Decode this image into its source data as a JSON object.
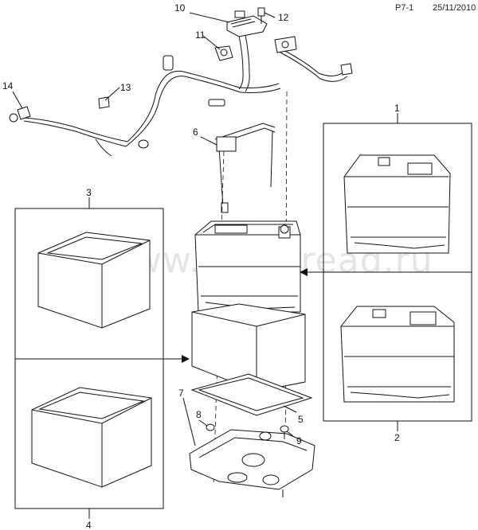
{
  "header": {
    "page_code": "P7-1",
    "date": "25/11/2010"
  },
  "watermark": "www.gmsbread.ru",
  "callouts": [
    "1",
    "2",
    "3",
    "4",
    "5",
    "6",
    "7",
    "8",
    "9",
    "10",
    "11",
    "12",
    "13",
    "14"
  ]
}
